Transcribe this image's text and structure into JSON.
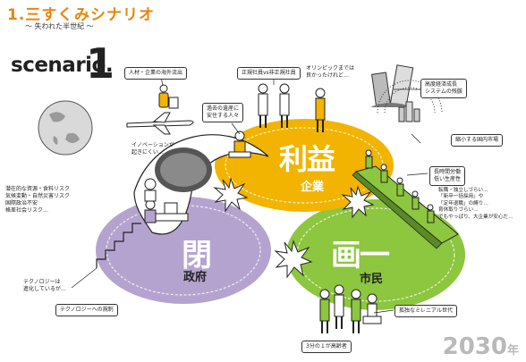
{
  "header": {
    "title": "1.三すくみシナリオ",
    "subtitle": "〜 失われた半世紀 〜"
  },
  "scenario": {
    "label": "scenario.",
    "number": "1"
  },
  "sectors": {
    "business": {
      "title": "利益",
      "subtitle": "企業",
      "color": "#f2b400"
    },
    "government": {
      "title": "閉",
      "subtitle": "政府",
      "color": "#b5a3cf"
    },
    "citizens": {
      "title": "画一",
      "subtitle": "市民",
      "color": "#8dc63f"
    }
  },
  "callouts": {
    "talent_outflow": "人材・企業の海外流出",
    "regular_vs_irregular": "正規社員vs非正規社員",
    "olympics_note": "オリンピックまでは\n良かったけれど…",
    "growth_system": "高度経済成長\nシステムの残骸",
    "legacy_people": "過去の遺産に\n安住する人々",
    "innovation_note": "イノベーションが\n起きにくい…",
    "shrinking_market": "縮小する国内市場",
    "long_hours": "長時間労働\n低い生産性",
    "risks": "潜在的な資源・食料リスク\n気候変動・自然災害リスク\n国際政治不安\n格差社会リスク…",
    "job_change": "転職・独立しづらい…\n「新卒一括採用」や\n「定年退職」の縛り…\n育休取りづらい…\nでもやっぱり、大企業が安心だ…",
    "tech_note": "テクノロジーは\n進化しているが…",
    "tech_regulation": "テクノロジーへの規制",
    "lonely_millennials": "孤独なミレニアル世代",
    "elderly_ratio": "3分の１が高齢者"
  },
  "year": {
    "value": "2030",
    "suffix": "年"
  },
  "colors": {
    "accent": "#e8850c",
    "business": "#f2b400",
    "government": "#b5a3cf",
    "citizens": "#8dc63f"
  }
}
